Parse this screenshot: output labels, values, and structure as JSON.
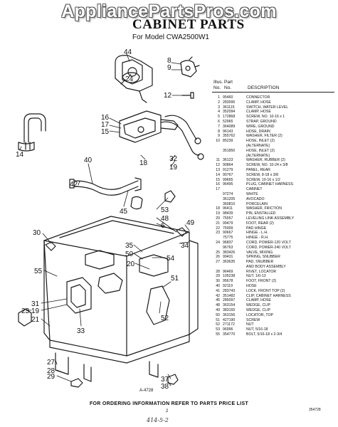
{
  "watermark": "AppliancePartsPros.com",
  "title": "CABINET PARTS",
  "model_line": "For Model CWA2500W1",
  "diagram": {
    "callouts": [
      "44",
      "24",
      "8",
      "9",
      "12",
      "16",
      "17",
      "15",
      "14",
      "40",
      "18",
      "32",
      "19",
      "42",
      "45",
      "53",
      "48",
      "6",
      "49",
      "30",
      "34",
      "35",
      "50",
      "20",
      "55",
      "54",
      "31",
      "19",
      "21",
      "51",
      "23",
      "33",
      "52",
      "27",
      "28",
      "29",
      "37",
      "38"
    ],
    "drawing_code": "A-4728"
  },
  "parts_header": {
    "illus": "Illus.",
    "no_1": "No.",
    "part": "Part",
    "no_2": "No.",
    "description": "DESCRIPTION"
  },
  "parts": [
    {
      "key": "1",
      "part": "95460",
      "desc": "CONNECTOR"
    },
    {
      "key": "2",
      "part": "283095",
      "desc": "CLAMP, HOSE"
    },
    {
      "key": "3",
      "part": "361115",
      "desc": "SWITCH, WATER LEVEL"
    },
    {
      "key": "4",
      "part": "352094",
      "desc": "CLAMP, HOSE"
    },
    {
      "key": "5",
      "part": "172868",
      "desc": "SCREW, NO. 10-16 x 1"
    },
    {
      "key": "6",
      "part": "52965",
      "desc": "STRAP, GROUND"
    },
    {
      "key": "7",
      "part": "364089",
      "desc": "WIRE, GROUND"
    },
    {
      "key": "8",
      "part": "96143",
      "desc": "HOSE, DRAIN"
    },
    {
      "key": "9",
      "part": "355762",
      "desc": "WASHER, FILTER (2)"
    },
    {
      "key": "10",
      "part": "85239",
      "desc": "HOSE, INLET (2)"
    },
    {
      "key": "",
      "part": "",
      "desc": "(ALTERNATE)"
    },
    {
      "key": "",
      "part": "351850",
      "desc": "HOSE, INLET (2)"
    },
    {
      "key": "",
      "part": "",
      "desc": "(ALTERNATE)"
    },
    {
      "key": "11",
      "part": "36123",
      "desc": "WASHER, RUBBER (2)"
    },
    {
      "key": "12",
      "part": "90864",
      "desc": "SCREW, NO. 10-24 x 3/8"
    },
    {
      "key": "13",
      "part": "91279",
      "desc": "PANEL, REAR"
    },
    {
      "key": "14",
      "part": "90767",
      "desc": "SCREW, 8-18 x 3/8"
    },
    {
      "key": "15",
      "part": "99665",
      "desc": "SCREW, 10-16 x 1/2"
    },
    {
      "key": "16",
      "part": "96495",
      "desc": "PLUG, CABINET HARNESS"
    },
    {
      "key": "17",
      "part": "",
      "desc": "CABINET"
    },
    {
      "key": "",
      "part": "97274",
      "desc": "WHITE"
    },
    {
      "key": "",
      "part": "361205",
      "desc": "AVOCADO"
    },
    {
      "key": "",
      "part": "360810",
      "desc": "PORCELAIN"
    },
    {
      "key": "18",
      "part": "96411",
      "desc": "WASHER, FRICTION"
    },
    {
      "key": "19",
      "part": "98439",
      "desc": "PIN, ENSTALLED"
    },
    {
      "key": "20",
      "part": "75557",
      "desc": "LEVELING LINK ASSEMBLY"
    },
    {
      "key": "21",
      "part": "99479",
      "desc": "FOOT, REAR (2)"
    },
    {
      "key": "22",
      "part": "75009",
      "desc": "PAD HINGE"
    },
    {
      "key": "23",
      "part": "90667",
      "desc": "HINGE - L.H."
    },
    {
      "key": "",
      "part": "75775",
      "desc": "HINGE - R.H."
    },
    {
      "key": "24",
      "part": "96837",
      "desc": "CORD, POWER-120 VOLT"
    },
    {
      "key": "",
      "part": "96763",
      "desc": "CORD, POWER-240 VOLT"
    },
    {
      "key": "25",
      "part": "383426",
      "desc": "VALVE, MIXING"
    },
    {
      "key": "26",
      "part": "99431",
      "desc": "SPRING, SNUBBER"
    },
    {
      "key": "27",
      "part": "363635",
      "desc": "PAD, SNUBBER"
    },
    {
      "key": "",
      "part": "",
      "desc": "AND BODY ASSEMBLY"
    },
    {
      "key": "28",
      "part": "96469",
      "desc": "RIVET, LOCATOR"
    },
    {
      "key": "29",
      "part": "105238",
      "desc": "NUT, 1/0-13"
    },
    {
      "key": "30",
      "part": "95678",
      "desc": "FOOT, FRONT (2)"
    },
    {
      "key": "40",
      "part": "92119",
      "desc": "HOSE"
    },
    {
      "key": "41",
      "part": "283743",
      "desc": "LOCK, FRONT TOP (2)"
    },
    {
      "key": "42",
      "part": "351482",
      "desc": "CLIP, CABINET HARNESS"
    },
    {
      "key": "45",
      "part": "285097",
      "desc": "CLAMP, HOSE"
    },
    {
      "key": "48",
      "part": "363154",
      "desc": "WEDGE, CLIP"
    },
    {
      "key": "49",
      "part": "383155",
      "desc": "WEDGE, CLIP"
    },
    {
      "key": "50",
      "part": "363156",
      "desc": "LOCATOR, TOP"
    },
    {
      "key": "51",
      "part": "427190",
      "desc": "SCREW"
    },
    {
      "key": "52",
      "part": "271172",
      "desc": "NUT"
    },
    {
      "key": "53",
      "part": "96996",
      "desc": "NUT, 5/16-18"
    },
    {
      "key": "55",
      "part": "354770",
      "desc": "BOLT, 5/16-18 x 2-3/4"
    }
  ],
  "footer": "FOR ORDERING INFORMATION REFER TO PARTS PRICE LIST",
  "page_number": "2",
  "doc_code": "354728",
  "handwriting": "414-5-2"
}
